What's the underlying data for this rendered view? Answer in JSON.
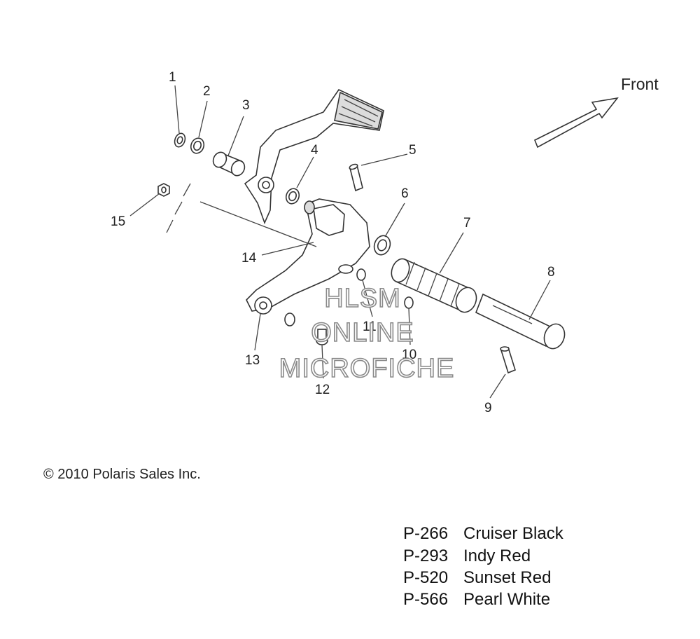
{
  "orientation_label": "Front",
  "callouts": [
    "1",
    "2",
    "3",
    "4",
    "5",
    "6",
    "7",
    "8",
    "9",
    "10",
    "11",
    "12",
    "13",
    "14",
    "15"
  ],
  "copyright": "© 2010 Polaris Sales Inc.",
  "watermark": [
    "HLSM",
    "ONLINE",
    "MICROFICHE"
  ],
  "paint_codes": [
    {
      "code": "P-266",
      "name": "Cruiser Black"
    },
    {
      "code": "P-293",
      "name": "Indy Red"
    },
    {
      "code": "P-520",
      "name": "Sunset Red"
    },
    {
      "code": "P-566",
      "name": "Pearl White"
    }
  ]
}
